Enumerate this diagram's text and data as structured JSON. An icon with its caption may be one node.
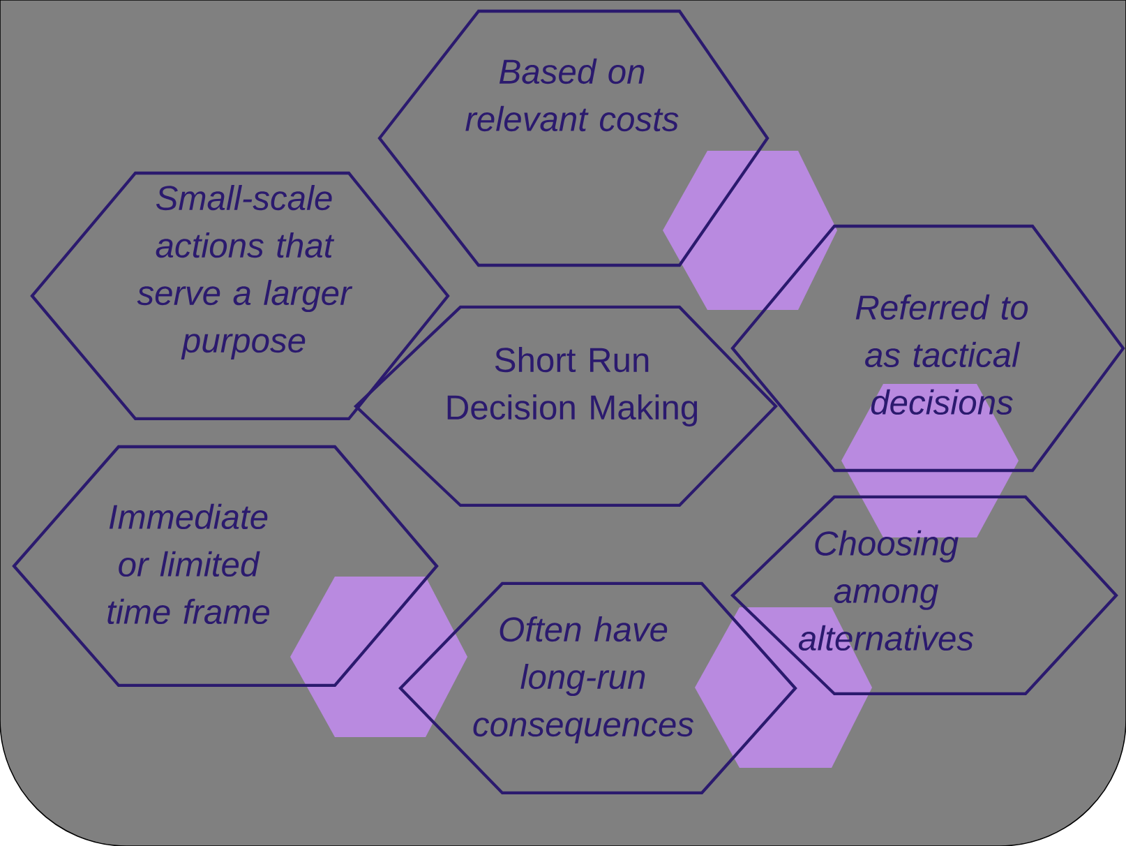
{
  "diagram": {
    "nodes": [
      {
        "text": [
          "Based on relevant costs"
        ]
      },
      {
        "text": [
          "Small-scale actions that serve a larger purpose"
        ]
      },
      {
        "text": [
          "Short Run Decision Making"
        ]
      },
      {
        "text": [
          "Referred to as tactical decisions"
        ]
      },
      {
        "text": [
          "Immediate or limited time frame"
        ]
      },
      {
        "text": [
          "Choosing among alternatives"
        ]
      },
      {
        "text": [
          "Often have long-run consequences"
        ]
      },
      {
        "text": [],
        "shape": "hexagon"
      },
      {
        "text": [],
        "shape": "hexagon"
      },
      {
        "text": [],
        "shape": "hexagon"
      },
      {
        "text": [],
        "shape": "hexagon"
      }
    ]
  }
}
